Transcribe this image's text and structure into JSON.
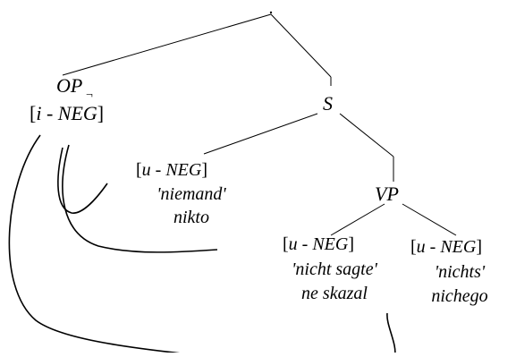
{
  "tree": {
    "op": {
      "label": "OP",
      "subscript": "¬",
      "feature": {
        "open": "[",
        "i": "i",
        "dash": " - ",
        "neg": "NEG",
        "close": "]"
      }
    },
    "s": {
      "label": "S"
    },
    "subject": {
      "feature": {
        "open": "[",
        "u": "u",
        "dash": " - ",
        "neg": "NEG",
        "close": "]"
      },
      "german": "'niemand'",
      "russian": "nikto"
    },
    "vp": {
      "label": "VP"
    },
    "verb": {
      "feature": {
        "open": "[",
        "u": "u",
        "dash": " - ",
        "neg": "NEG",
        "close": "]"
      },
      "german": "'nicht sagte'",
      "russian": "ne skazal"
    },
    "object": {
      "feature": {
        "open": "[",
        "u": "u",
        "dash": " - ",
        "neg": "NEG",
        "close": "]"
      },
      "german": "'nichts'",
      "russian": "nichego"
    }
  }
}
